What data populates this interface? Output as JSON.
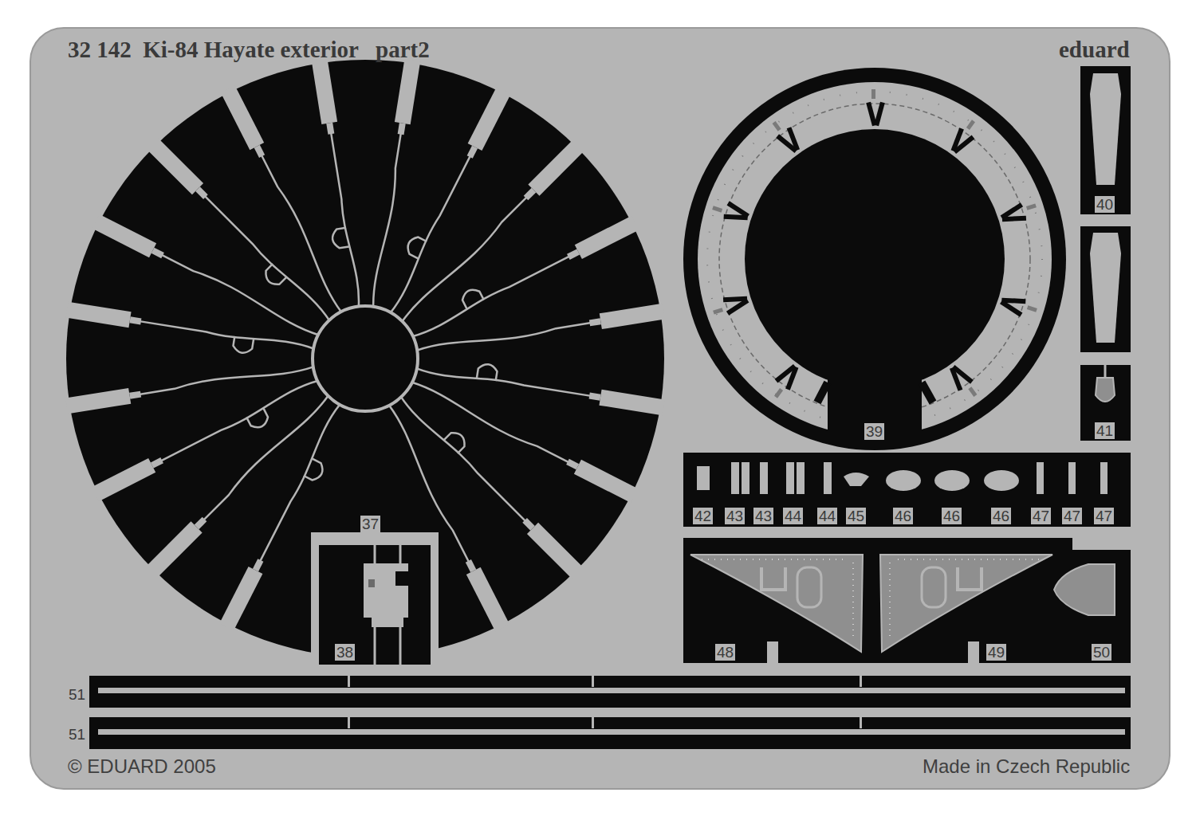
{
  "diagram": {
    "title": "32 142  Ki-84 Hayate exterior   part2",
    "labels": [
      "eduard",
      "37",
      "38",
      "39",
      "40",
      "41",
      "42",
      "43",
      "43",
      "44",
      "44",
      "45",
      "46",
      "46",
      "46",
      "47",
      "47",
      "47",
      "48",
      "49",
      "50",
      "51",
      "51",
      "© EDUARD 2005",
      "Made in Czech Republic"
    ]
  }
}
